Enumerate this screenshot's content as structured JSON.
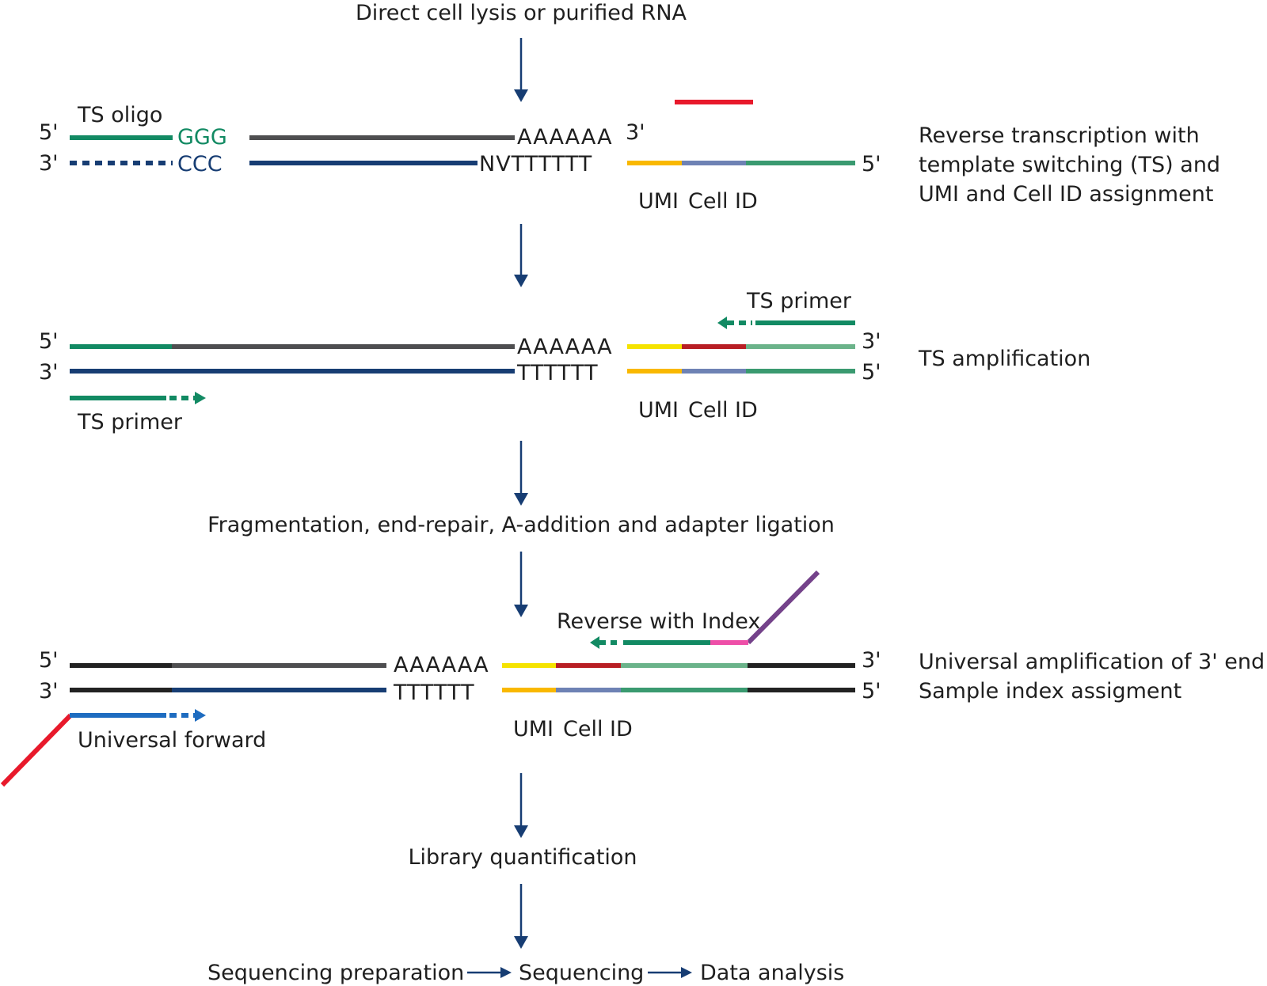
{
  "title": "Direct cell lysis or purified RNA",
  "colors": {
    "arrow": "#173d73",
    "ts_green": "#128a63",
    "rna_gray": "#4e4e50",
    "cdna_blue": "#173d73",
    "umi_orange": "#f9b800",
    "cellid_slate": "#6e82b4",
    "tail_green": "#3a9a70",
    "umi_yellow": "#f5e300",
    "cellid_red": "#b81e24",
    "tail_lightgreen": "#6bb38a",
    "adapter_black": "#222222",
    "index_pink": "#ee4fa8",
    "purple": "#74428a",
    "red": "#e8192b",
    "fwd_blue": "#1e6cc0"
  },
  "step1": {
    "top_5": "5'",
    "bottom_3": "3'",
    "ts_oligo_label": "TS oligo",
    "ggg": "GGG",
    "ccc": "CCC",
    "polyA": "AAAAAA",
    "polyA_end": "3'",
    "nvt": "NVTTTTTT",
    "right_5": "5'",
    "umi_label": "UMI",
    "cellid_label": "Cell ID",
    "description": [
      "Reverse transcription with",
      "template switching (TS) and",
      "UMI and Cell ID assignment"
    ]
  },
  "step2": {
    "top_5": "5'",
    "bottom_3": "3'",
    "polyA": "AAAAAA",
    "polyT": "TTTTTT",
    "right_3": "3'",
    "right_5": "5'",
    "ts_primer_top": "TS primer",
    "ts_primer_bottom": "TS primer",
    "umi_label": "UMI",
    "cellid_label": "Cell ID",
    "description": "TS amplification"
  },
  "fragmentation": "Fragmentation, end-repair, A-addition and adapter ligation",
  "step3": {
    "top_5": "5'",
    "bottom_3": "3'",
    "polyA": "AAAAAA",
    "polyT": "TTTTTT",
    "right_3": "3'",
    "right_5": "5'",
    "reverse_label": "Reverse with Index",
    "forward_label": "Universal forward",
    "umi_label": "UMI",
    "cellid_label": "Cell ID",
    "description": [
      "Universal amplification of 3' end",
      "Sample index assigment"
    ]
  },
  "library": "Library quantification",
  "final": {
    "a": "Sequencing preparation",
    "b": "Sequencing",
    "c": "Data analysis"
  }
}
